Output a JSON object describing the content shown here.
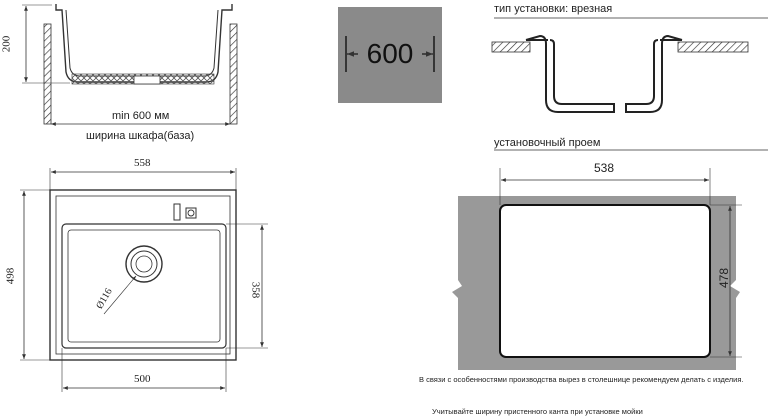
{
  "side_view": {
    "height_label": "200",
    "width_caption": "min 600 мм",
    "base_caption": "ширина шкафа(база)"
  },
  "top_view": {
    "overall_width": "558",
    "overall_depth": "498",
    "bowl_depth": "358",
    "bowl_width": "500",
    "drain_diameter": "Ø116"
  },
  "cabinet_badge": {
    "value": "600",
    "bg_color": "#8a8a8a"
  },
  "installation": {
    "type_caption": "тип установки: врезная"
  },
  "cutout": {
    "caption": "установочный проем",
    "width": "538",
    "depth": "478",
    "countertop_color": "#999999"
  },
  "notes": {
    "cutout_note": "В связи с особенностями производства вырез в столешнице рекомендуем делать с изделия.",
    "edge_note": "Учитывайте ширину пристенного канта при установке мойки"
  }
}
